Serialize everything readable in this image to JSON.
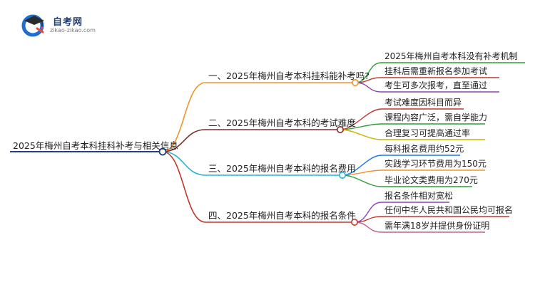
{
  "brand": {
    "name": "自考网",
    "url": "zikao-zikao.com"
  },
  "colors": {
    "root": "#2a3f73",
    "branches": [
      "#f0932b",
      "#7b2d26",
      "#22b3d6",
      "#c0392b"
    ],
    "leaves": [
      [
        "#2e9e3a",
        "#c0392b",
        "#8e44ad"
      ],
      [
        "#c0392b",
        "#2e9e3a",
        "#c8b400"
      ],
      [
        "#1a73e8",
        "#f0932b",
        "#2e9e3a"
      ],
      [
        "#8e44ad",
        "#c0392b",
        "#c0608a"
      ]
    ]
  },
  "mindmap": {
    "root": "2025年梅州自考本科挂科补考与相关信息",
    "branches": [
      {
        "label": "一、2025年梅州自考本科挂科能补考吗?",
        "leaves": [
          "2025年梅州自考本科没有补考机制",
          "挂科后需重新报名参加考试",
          "考生可多次报考，直至通过"
        ]
      },
      {
        "label": "二、2025年梅州自考本科的考试难度",
        "leaves": [
          "考试难度因科目而异",
          "课程内容广泛，需自学能力",
          "合理复习可提高通过率"
        ]
      },
      {
        "label": "三、2025年梅州自考本科的报名费用",
        "leaves": [
          "每科报名费用约52元",
          "实践学习环节费用为150元",
          "毕业论文类费用为270元"
        ]
      },
      {
        "label": "四、2025年梅州自考本科的报名条件",
        "leaves": [
          "报名条件相对宽松",
          "任何中华人民共和国公民均可报名",
          "需年满18岁并提供身份证明"
        ]
      }
    ]
  }
}
